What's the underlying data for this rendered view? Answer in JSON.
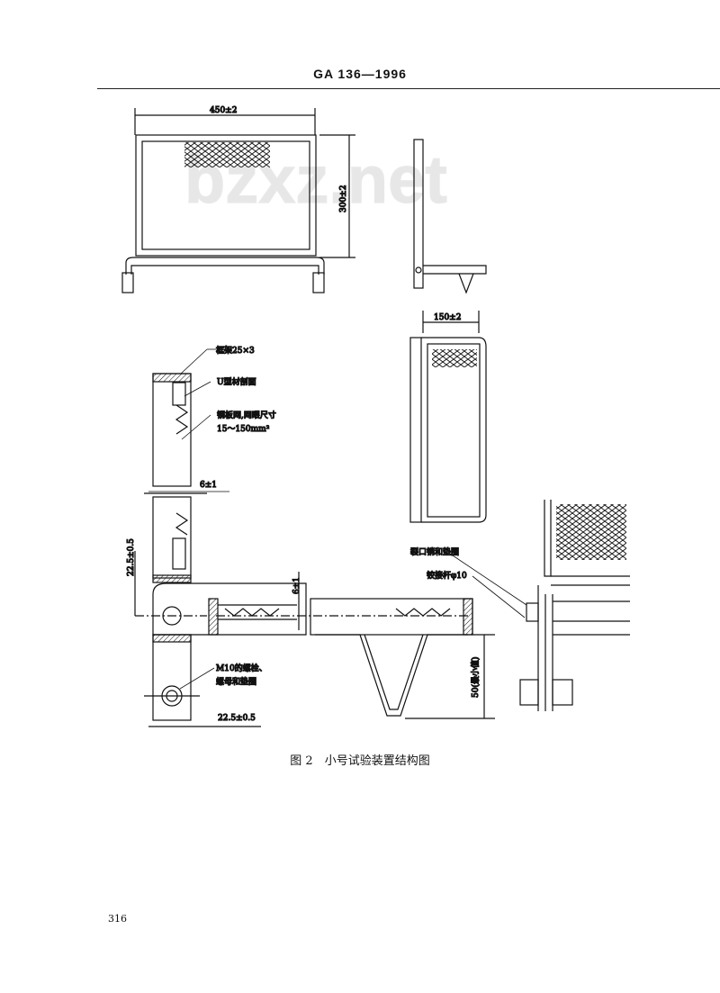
{
  "header": {
    "standard_code": "GA 136—1996"
  },
  "watermark": "bzxz.net",
  "drawing": {
    "front_width": "450±2",
    "front_height": "300±2",
    "depth": "150±2",
    "frame_label": "框架25×3",
    "u_section_label": "U型材剖面",
    "mesh_label_line1": "钢板网,网眼尺寸",
    "mesh_label_line2": "15～150mm²",
    "gap_1": "6±1",
    "gap_2": "6±1",
    "offset_vertical": "22.5±0.5",
    "offset_horizontal": "22.5±0.5",
    "bolt_label_line1": "M10的螺栓、",
    "bolt_label_line2": "螺母和垫圈",
    "min_height": "50(最小值)",
    "split_pin_label": "裂口销和垫圈",
    "hinge_label": "铰接杆φ10"
  },
  "caption": "图 2　小号试验装置结构图",
  "page_number": "316"
}
